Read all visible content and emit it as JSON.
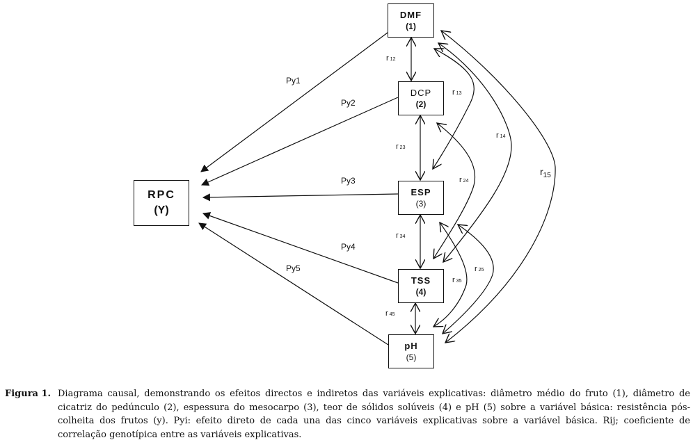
{
  "nodes": {
    "dmf": {
      "abbr": "DMF",
      "num": "(1)"
    },
    "dcp": {
      "abbr": "DCP",
      "num": "(2)"
    },
    "esp": {
      "abbr": "ESP",
      "num": "(3)"
    },
    "tss": {
      "abbr": "TSS",
      "num": "(4)"
    },
    "ph": {
      "abbr": "pH",
      "num": "(5)"
    },
    "rpc": {
      "abbr": "RPC",
      "num": "(Y)"
    }
  },
  "paths": {
    "py1": "Py1",
    "py2": "Py2",
    "py3": "Py3",
    "py4": "Py4",
    "py5": "Py5"
  },
  "correlations": {
    "r12": {
      "r": "r",
      "sub": "12"
    },
    "r13": {
      "r": "r",
      "sub": "13"
    },
    "r14": {
      "r": "r",
      "sub": "14"
    },
    "r15": {
      "r": "r",
      "sub": "15"
    },
    "r23": {
      "r": "r",
      "sub": "23"
    },
    "r24": {
      "r": "r",
      "sub": "24"
    },
    "r25": {
      "r": "r",
      "sub": "25"
    },
    "r34": {
      "r": "r",
      "sub": "34"
    },
    "r35": {
      "r": "r",
      "sub": "35"
    },
    "r45": {
      "r": "r",
      "sub": "45"
    }
  },
  "caption": {
    "head": "Figura 1.",
    "body": "Diagrama causal, demonstrando os efeitos directos e indiretos das variáveis explicativas: diâmetro médio do fruto (1), diâmetro de cicatriz do pedúnculo (2), espessura do mesocarpo (3), teor de sólidos solúveis (4) e pH (5) sobre a variável básica: resistência pós-colheita dos frutos (y). Pyi: efeito direto de cada una das cinco variáveis explicativas sobre a variável básica. Rij; coeficiente de correlação genotípica entre as variáveis explicativas."
  }
}
